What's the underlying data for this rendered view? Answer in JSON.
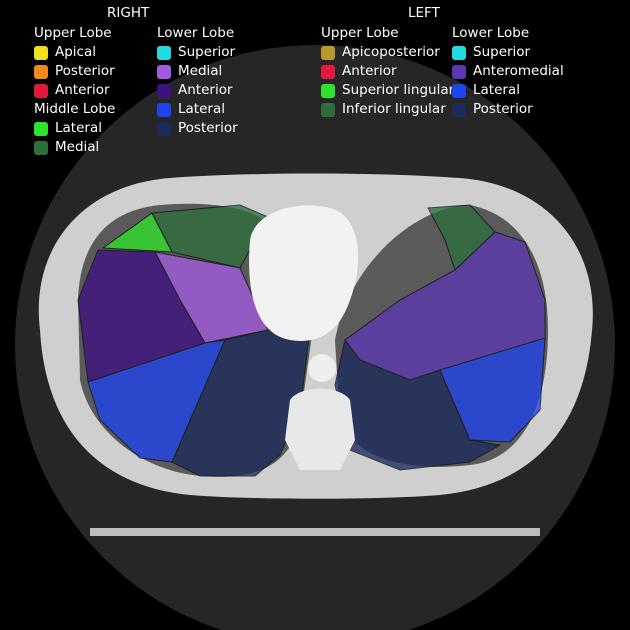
{
  "right": {
    "title": "RIGHT",
    "col1": [
      {
        "type": "group",
        "label": "Upper Lobe"
      },
      {
        "type": "item",
        "label": "Apical",
        "color": "#f2df1b"
      },
      {
        "type": "item",
        "label": "Posterior",
        "color": "#f08a1c"
      },
      {
        "type": "item",
        "label": "Anterior",
        "color": "#e0193a"
      },
      {
        "type": "group",
        "label": "Middle Lobe"
      },
      {
        "type": "item",
        "label": "Lateral",
        "color": "#2fe22a"
      },
      {
        "type": "item",
        "label": "Medial",
        "color": "#2e6e3c"
      }
    ],
    "col2": [
      {
        "type": "group",
        "label": "Lower Lobe"
      },
      {
        "type": "item",
        "label": "Superior",
        "color": "#20dce0"
      },
      {
        "type": "item",
        "label": "Medial",
        "color": "#a45ae0"
      },
      {
        "type": "item",
        "label": "Anterior",
        "color": "#3e1182"
      },
      {
        "type": "item",
        "label": "Lateral",
        "color": "#1f44ee"
      },
      {
        "type": "item",
        "label": "Posterior",
        "color": "#1c2a5c"
      }
    ]
  },
  "left": {
    "title": "LEFT",
    "col1": [
      {
        "type": "group",
        "label": "Upper Lobe"
      },
      {
        "type": "item",
        "label": "Apicoposterior",
        "color": "#b89a2c"
      },
      {
        "type": "item",
        "label": "Anterior",
        "color": "#e0193a"
      },
      {
        "type": "item",
        "label": "Superior lingular",
        "color": "#2fe22a"
      },
      {
        "type": "item",
        "label": "Inferior lingular",
        "color": "#2e6e3c"
      }
    ],
    "col2": [
      {
        "type": "group",
        "label": "Lower Lobe"
      },
      {
        "type": "item",
        "label": "Superior",
        "color": "#20dce0"
      },
      {
        "type": "item",
        "label": "Anteromedial",
        "color": "#5a38b0"
      },
      {
        "type": "item",
        "label": "Lateral",
        "color": "#1f44ee"
      },
      {
        "type": "item",
        "label": "Posterior",
        "color": "#1c2a5c"
      }
    ]
  }
}
